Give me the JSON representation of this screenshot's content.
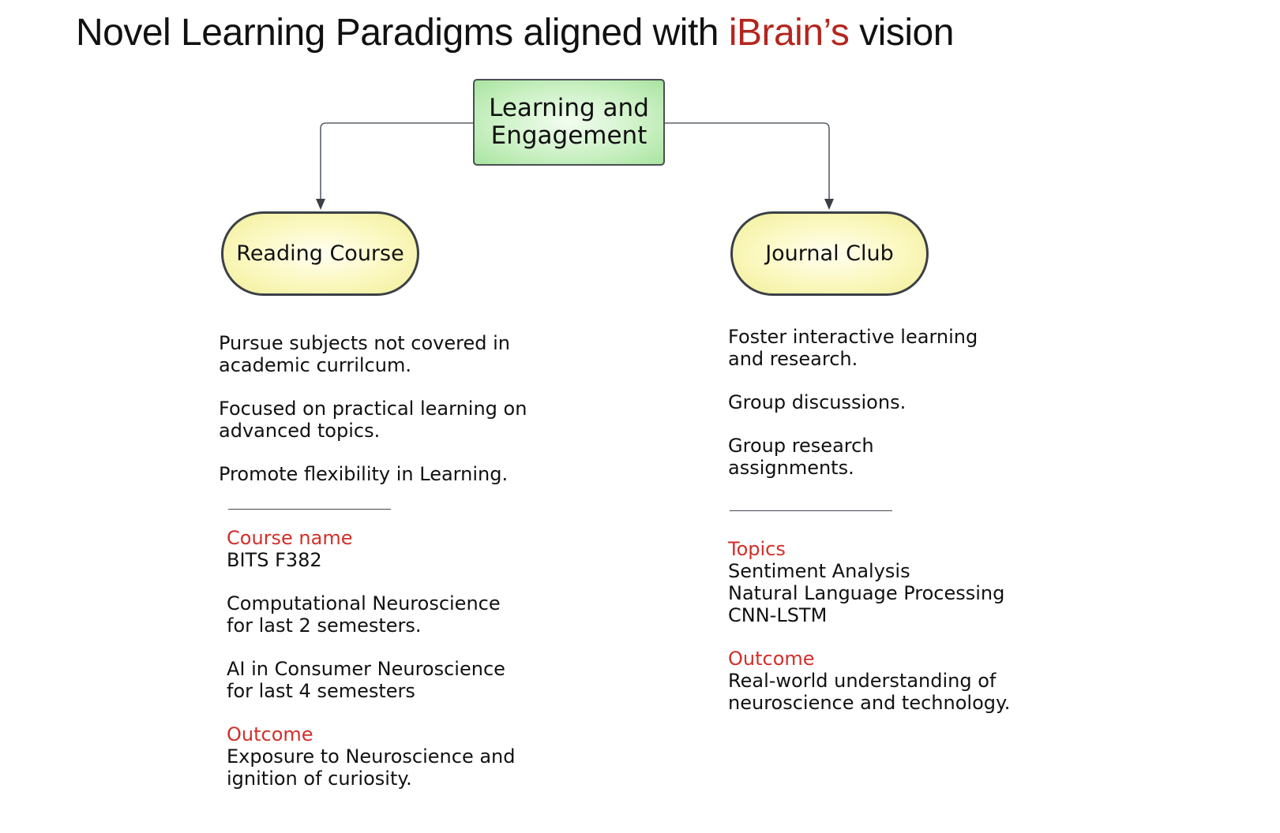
{
  "slide": {
    "title_prefix": "Novel Learning Paradigms aligned with ",
    "title_accent": "iBrain’s",
    "title_suffix": " vision",
    "accent_color": "#b3261e",
    "label_color": "#d0302a"
  },
  "diagram": {
    "root": {
      "line1": "Learning and",
      "line2": "Engagement"
    },
    "left_node": {
      "label": "Reading Course"
    },
    "right_node": {
      "label": "Journal Club"
    },
    "left_points": [
      {
        "line1": "Pursue subjects not covered in",
        "line2": "academic currilcum."
      },
      {
        "line1": "Focused on practical learning on",
        "line2": "advanced topics."
      },
      {
        "line1": "Promote flexibility in Learning."
      }
    ],
    "right_points": [
      {
        "line1": "Foster interactive learning",
        "line2": "and research."
      },
      {
        "line1": "Group discussions."
      },
      {
        "line1": "Group research",
        "line2": "assignments."
      }
    ],
    "left_details": {
      "course_label": "Course name",
      "course_code": "BITS F382",
      "course1_line1": "Computational Neuroscience",
      "course1_line2": "for last 2 semesters.",
      "course2_line1": "AI in Consumer Neuroscience",
      "course2_line2": "for last 4 semesters",
      "outcome_label": "Outcome",
      "outcome_line1": "Exposure to Neuroscience and",
      "outcome_line2": "ignition of curiosity."
    },
    "right_details": {
      "topics_label": "Topics",
      "topics": [
        "Sentiment Analysis",
        "Natural Language Processing",
        "CNN-LSTM"
      ],
      "outcome_label": "Outcome",
      "outcome_line1": "Real-world understanding of",
      "outcome_line2": "neuroscience and technology."
    }
  }
}
